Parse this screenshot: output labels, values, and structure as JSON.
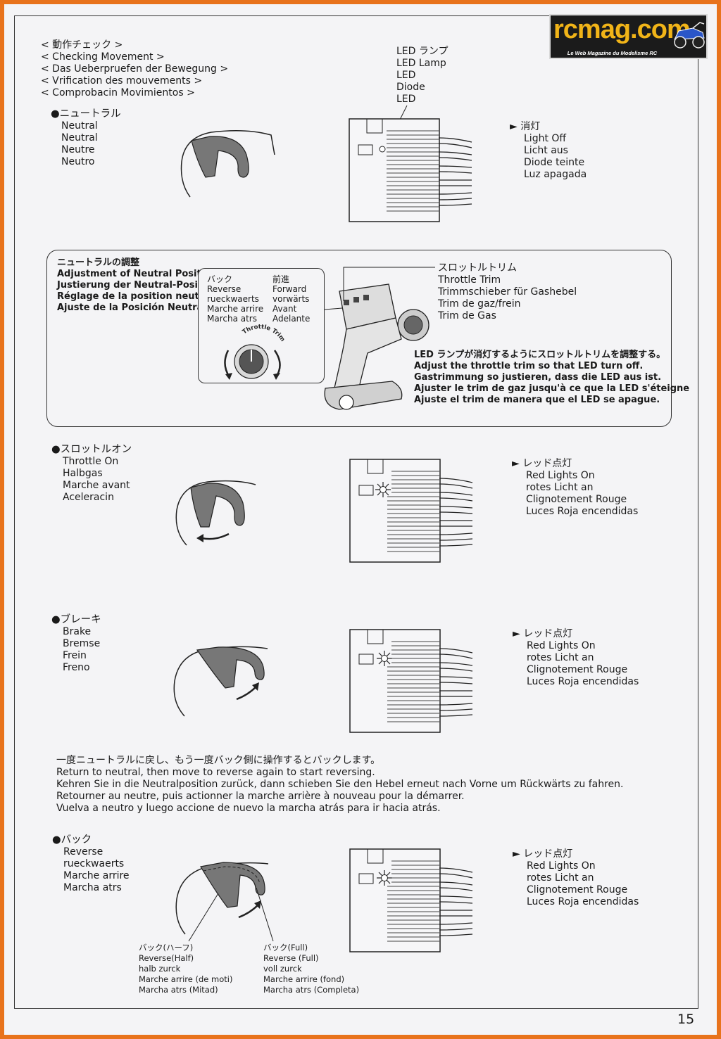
{
  "logo": {
    "word": "rcmag.com",
    "tagline": "Le Web Magazine du Modelisme RC"
  },
  "heading": [
    "< 動作チェック >",
    "< Checking Movement >",
    "< Das Ueberpruefen der Bewegung >",
    "< Vrification des mouvements >",
    "< Comprobacin Movimientos >"
  ],
  "led_label": [
    "LED ランプ",
    "LED Lamp",
    "LED",
    "Diode",
    "LED"
  ],
  "neutral": {
    "title": "●ニュートラル",
    "lines": [
      "Neutral",
      "Neutral",
      "Neutre",
      "Neutro"
    ],
    "result_title": "► 消灯",
    "result": [
      "Light Off",
      "Licht aus",
      "Diode teinte",
      "Luz apagada"
    ]
  },
  "adjust": {
    "title": [
      "ニュートラルの調整",
      "Adjustment of Neutral Position",
      "Justierung der Neutral-Position",
      "Réglage de la position neutre",
      "Ajuste de la Posición Neutral"
    ],
    "reverse_labels": [
      "バック",
      "Reverse",
      "rueckwaerts",
      "Marche arrire",
      "Marcha atrs"
    ],
    "forward_labels": [
      "前進",
      "Forward",
      "vorwärts",
      "Avant",
      "Adelante"
    ],
    "dial_label": "Throttle Trim",
    "trim_labels": [
      "スロットルトリム",
      "Throttle Trim",
      "Trimmschieber für Gashebel",
      "Trim de gaz/frein",
      "Trim de Gas"
    ],
    "instruction": [
      "LED ランプが消灯するようにスロットルトリムを調整する。",
      "Adjust the throttle trim so that LED turn off.",
      "Gastrimmung so justieren, dass die LED aus ist.",
      "Ajuster le trim de gaz jusqu'à ce que la LED s'éteigne",
      "Ajuste el trim de manera que el LED se apague."
    ]
  },
  "throttle_on": {
    "title": "●スロットルオン",
    "lines": [
      "Throttle On",
      "Halbgas",
      "Marche avant",
      "Aceleracin"
    ],
    "result_title": "► レッド点灯",
    "result": [
      "Red Lights On",
      "rotes Licht an",
      "Clignotement Rouge",
      "Luces Roja encendidas"
    ]
  },
  "brake": {
    "title": "●ブレーキ",
    "lines": [
      "Brake",
      "Bremse",
      "Frein",
      "Freno"
    ],
    "result_title": "► レッド点灯",
    "result": [
      "Red Lights On",
      "rotes Licht an",
      "Clignotement Rouge",
      "Luces Roja encendidas"
    ]
  },
  "return_note": [
    "一度ニュートラルに戻し、もう一度バック側に操作するとバックします。",
    "Return to neutral, then move to reverse again to start reversing.",
    "Kehren Sie in die Neutralposition zurück, dann schieben Sie den Hebel erneut nach Vorne um Rückwärts zu fahren.",
    "Retourner au neutre, puis actionner la marche arrière à nouveau pour la démarrer.",
    "Vuelva a neutro y luego accione de nuevo la marcha atrás para ir hacia atrás."
  ],
  "reverse": {
    "title": "●バック",
    "lines": [
      "Reverse",
      "rueckwaerts",
      "Marche arrire",
      "Marcha atrs"
    ],
    "result_title": "► レッド点灯",
    "result": [
      "Red Lights On",
      "rotes Licht an",
      "Clignotement Rouge",
      "Luces Roja encendidas"
    ],
    "half": [
      "バック(ハーフ)",
      "Reverse(Half)",
      "halb zurck",
      "Marche arrire (de moti)",
      "Marcha atrs (Mitad)"
    ],
    "full": [
      "バック(Full)",
      "Reverse (Full)",
      "voll zurck",
      "Marche arrire (fond)",
      "Marcha atrs (Completa)"
    ]
  },
  "page_number": "15"
}
